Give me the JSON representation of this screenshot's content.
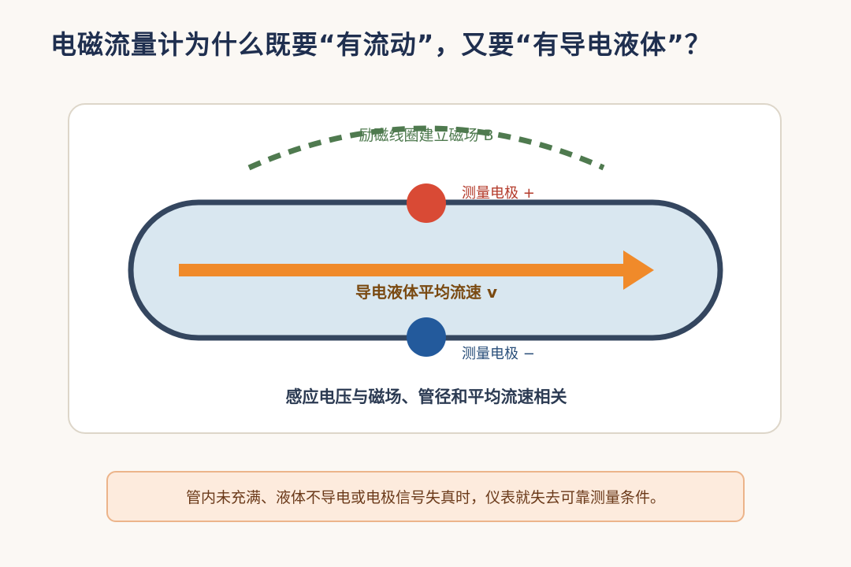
{
  "title": "电磁流量计为什么既要“有流动”，又要“有导电液体”？",
  "diagram": {
    "magnetic_field_label": "励磁线圈建立磁场 B",
    "electrode_positive_label": "测量电极 +",
    "electrode_negative_label": "测量电极 −",
    "velocity_label": "导电液体平均流速 v",
    "caption": "感应电压与磁场、管径和平均流速相关"
  },
  "note": "管内未充满、液体不导电或电极信号失真时，仪表就失去可靠测量条件。",
  "colors": {
    "title": "#1f2f4f",
    "pipe_stroke": "#34465f",
    "pipe_fill": "#d9e7f0",
    "field_dash": "#4f7a4f",
    "arrow": "#f08a2a",
    "electrode_positive": "#d94a35",
    "electrode_negative": "#235a9c",
    "note_bg": "#fdebdd",
    "note_border": "#ecb48a"
  }
}
